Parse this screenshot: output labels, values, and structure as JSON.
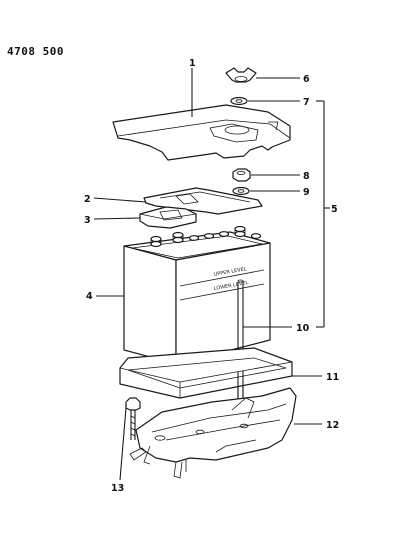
{
  "diagram_code": "4708  500",
  "battery_text": {
    "upper": "UPPER LEVEL",
    "lower": "LOWER LEVEL"
  },
  "callouts": [
    "1",
    "2",
    "3",
    "4",
    "5",
    "6",
    "7",
    "8",
    "9",
    "10",
    "11",
    "12",
    "13"
  ]
}
